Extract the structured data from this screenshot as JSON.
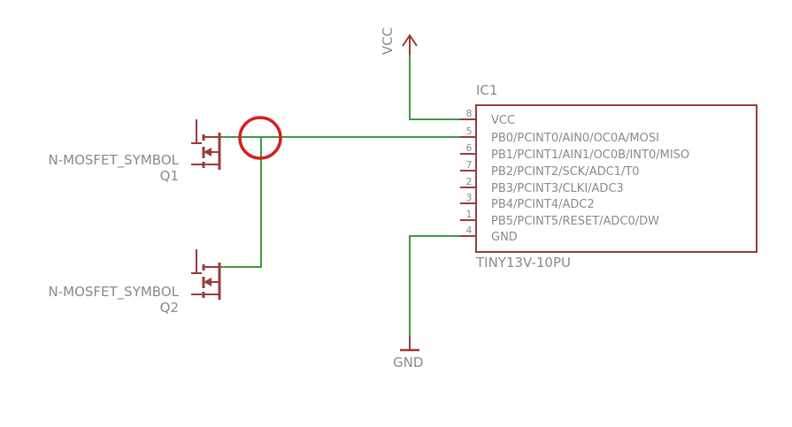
{
  "ic": {
    "name": "IC1",
    "value": "TINY13V-10PU",
    "pins": [
      {
        "num": "8",
        "label": "VCC"
      },
      {
        "num": "5",
        "label": "PB0/PCINT0/AIN0/OC0A/MOSI"
      },
      {
        "num": "6",
        "label": "PB1/PCINT1/AIN1/OC0B/INT0/MISO"
      },
      {
        "num": "7",
        "label": "PB2/PCINT2/SCK/ADC1/T0"
      },
      {
        "num": "2",
        "label": "PB3/PCINT3/CLKI/ADC3"
      },
      {
        "num": "3",
        "label": "PB4/PCINT4/ADC2"
      },
      {
        "num": "1",
        "label": "PB5/PCINT5/RESET/ADC0/DW"
      },
      {
        "num": "4",
        "label": "GND"
      }
    ]
  },
  "q1": {
    "symbol": "N-MOSFET_SYMBOL",
    "name": "Q1"
  },
  "q2": {
    "symbol": "N-MOSFET_SYMBOL",
    "name": "Q2"
  },
  "supply": {
    "vcc": "VCC",
    "gnd": "GND"
  },
  "colors": {
    "wire": "#3f9a3f",
    "device": "#9a3b3b",
    "highlight": "#d42020",
    "label": "#8a8a8a"
  }
}
